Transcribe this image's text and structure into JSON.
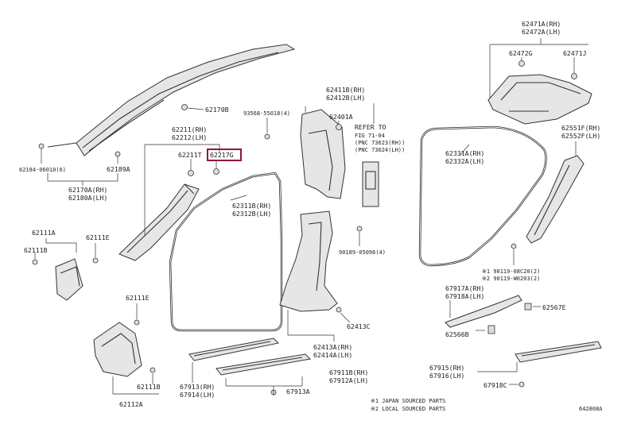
{
  "labels": {
    "l62184": "62184-06010(6)",
    "l62189A": "62189A",
    "l62170A": "62170A(RH)",
    "l62180A": "62180A(LH)",
    "l62170B": "62170B",
    "l62211": "62211(RH)",
    "l62212": "62212(LH)",
    "l62211T": "62211T",
    "l62217G": "62217G",
    "l62111A": "62111A",
    "l62111B": "62111B",
    "l62111E_a": "62111E",
    "l62111E_b": "62111E",
    "l62111B_b": "62111B",
    "l62112A": "62112A",
    "l62311B": "62311B(RH)",
    "l62312B": "62312B(LH)",
    "l93568": "93568-55018(4)",
    "l62411B": "62411B(RH)",
    "l62412B": "62412B(LH)",
    "l62401A": "62401A",
    "refer1": "REFER TO",
    "refer2": "FIG 71-04",
    "refer3": "(PNC 73623(RH))",
    "refer4": "(PNC 73624(LH))",
    "l90189": "90189-05096(4)",
    "l62413C": "62413C",
    "l62413A": "62413A(RH)",
    "l62414A": "62414A(LH)",
    "l67913": "67913(RH)",
    "l67914": "67914(LH)",
    "l67911B": "67911B(RH)",
    "l67912A": "67912A(LH)",
    "l67913A": "67913A",
    "l62471A": "62471A(RH)",
    "l62472A": "62472A(LH)",
    "l62472G": "62472G",
    "l62471J": "62471J",
    "l62331A": "62331A(RH)",
    "l62332A": "62332A(LH)",
    "l62551F": "62551F(RH)",
    "l62552F": "62552F(LH)",
    "l90119": "※1 90119-08C20(2)",
    "l90119b": "※2 90119-W0203(2)",
    "l67917A": "67917A(RH)",
    "l67918A": "67918A(LH)",
    "l62567E": "62567E",
    "l62566B": "62566B",
    "l67915": "67915(RH)",
    "l67916": "67916(LH)",
    "l67918C": "67918C",
    "legend1": "※1  JAPAN SOURCED PARTS",
    "legend2": "※2  LOCAL SOURCED PARTS",
    "figno": "642808A"
  },
  "highlight_color": "#8b1a3a"
}
